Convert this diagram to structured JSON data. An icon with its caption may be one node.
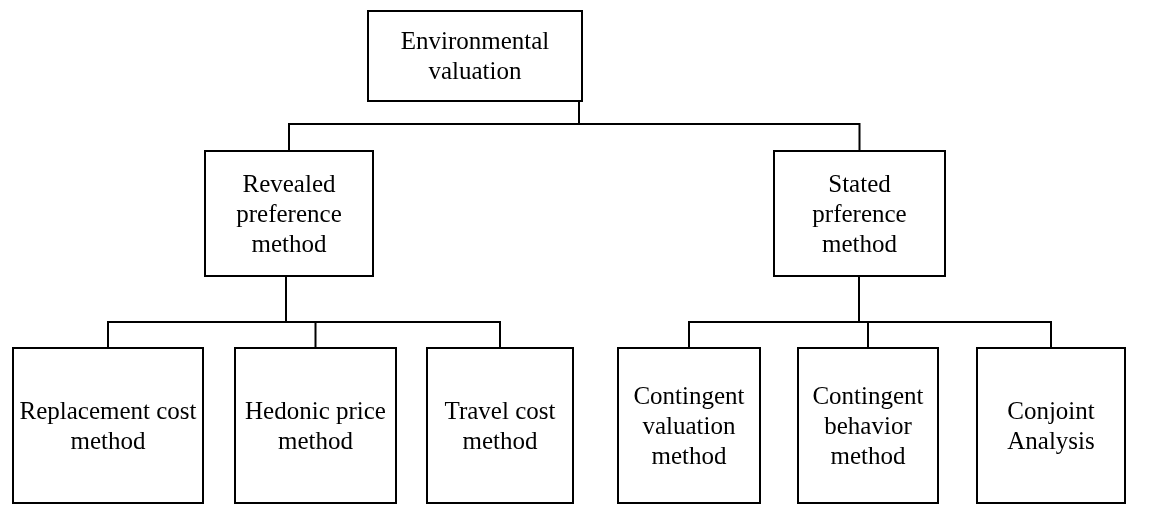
{
  "diagram": {
    "nodes": [
      {
        "text": [
          "Environmental valuation"
        ]
      },
      {
        "text": [
          "Revealed preference method"
        ]
      },
      {
        "text": [
          "Stated prference method"
        ]
      },
      {
        "text": [
          "Replacement cost method"
        ]
      },
      {
        "text": [
          "Hedonic price method"
        ]
      },
      {
        "text": [
          "Travel cost method"
        ]
      },
      {
        "text": [
          "Contingent valuation method"
        ]
      },
      {
        "text": [
          "Contingent behavior method"
        ]
      },
      {
        "text": [
          "Conjoint Analysis"
        ]
      }
    ],
    "edges": [
      {
        "from": 0,
        "to": 1,
        "arrow": "none"
      },
      {
        "from": 0,
        "to": 2,
        "arrow": "none"
      },
      {
        "from": 1,
        "to": 3,
        "arrow": "none"
      },
      {
        "from": 1,
        "to": 4,
        "arrow": "none"
      },
      {
        "from": 1,
        "to": 5,
        "arrow": "none"
      },
      {
        "from": 2,
        "to": 6,
        "arrow": "none"
      },
      {
        "from": 2,
        "to": 7,
        "arrow": "none"
      },
      {
        "from": 2,
        "to": 8,
        "arrow": "none"
      }
    ]
  }
}
